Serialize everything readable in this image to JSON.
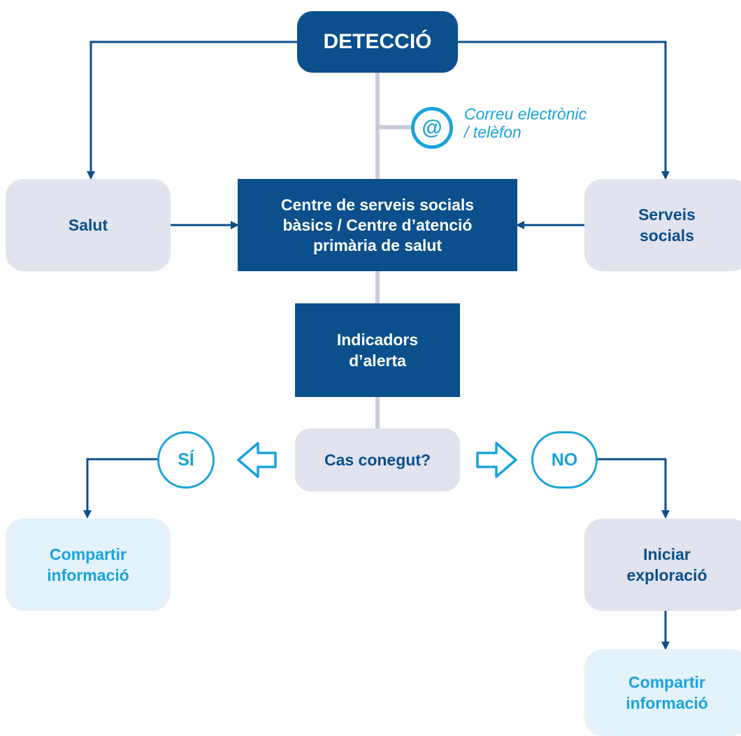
{
  "nodes": {
    "detection": "DETECCIÓ",
    "health": "Salut",
    "center": "Centre de serveis socials\nbàsics / Centre d’atenció\nprimària de salut",
    "social": "Serveis\nsocials",
    "indicators": "Indicadors\nd’alerta",
    "known_case": "Cas conegut?",
    "yes": "SÍ",
    "no": "NO",
    "share_left": "Compartir\ninformació",
    "explore": "Iniciar\nexploració",
    "share_right": "Compartir\ninformació"
  },
  "contact": {
    "icon_symbol": "@",
    "text": "Correu electrònic\n/ telèfon"
  },
  "colors": {
    "dark_blue": "#0b4f8c",
    "light_blue": "#1aa3dd",
    "grey_box": "#e1e3ef",
    "pale_box": "#e3f2fb",
    "connector_grey": "#c9cbdd"
  }
}
